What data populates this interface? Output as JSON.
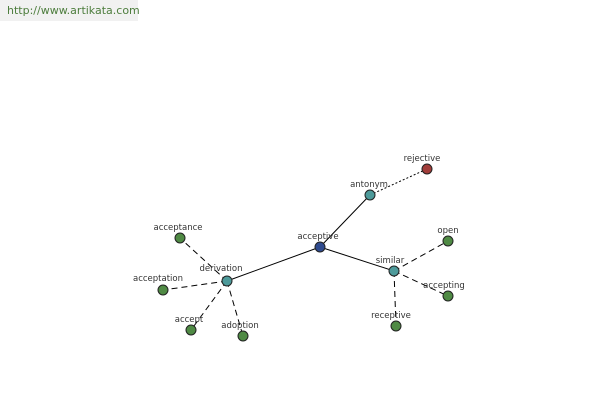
{
  "header": {
    "url": "http://www.artikata.com"
  },
  "graph": {
    "center": "acceptive",
    "colors": {
      "center": "#2e4a8e",
      "relation": "#4d9a9a",
      "leaf": "#4f8a44",
      "antonym_leaf": "#a23d3a",
      "edge": "#000000",
      "label": "#333333"
    },
    "relations": [
      {
        "name": "derivation",
        "icon": "relation-node-icon"
      },
      {
        "name": "antonym",
        "icon": "relation-node-icon"
      },
      {
        "name": "similar",
        "icon": "relation-node-icon"
      }
    ],
    "leaves": [
      {
        "word": "acceptance",
        "relation": "derivation"
      },
      {
        "word": "acceptation",
        "relation": "derivation"
      },
      {
        "word": "accept",
        "relation": "derivation"
      },
      {
        "word": "adoption",
        "relation": "derivation"
      },
      {
        "word": "rejective",
        "relation": "antonym"
      },
      {
        "word": "open",
        "relation": "similar"
      },
      {
        "word": "accepting",
        "relation": "similar"
      },
      {
        "word": "receptive",
        "relation": "similar"
      }
    ],
    "edge_styles": {
      "center_to_relation": "solid",
      "derivation": "dashed",
      "similar": "dashed",
      "antonym": "dotted"
    }
  }
}
